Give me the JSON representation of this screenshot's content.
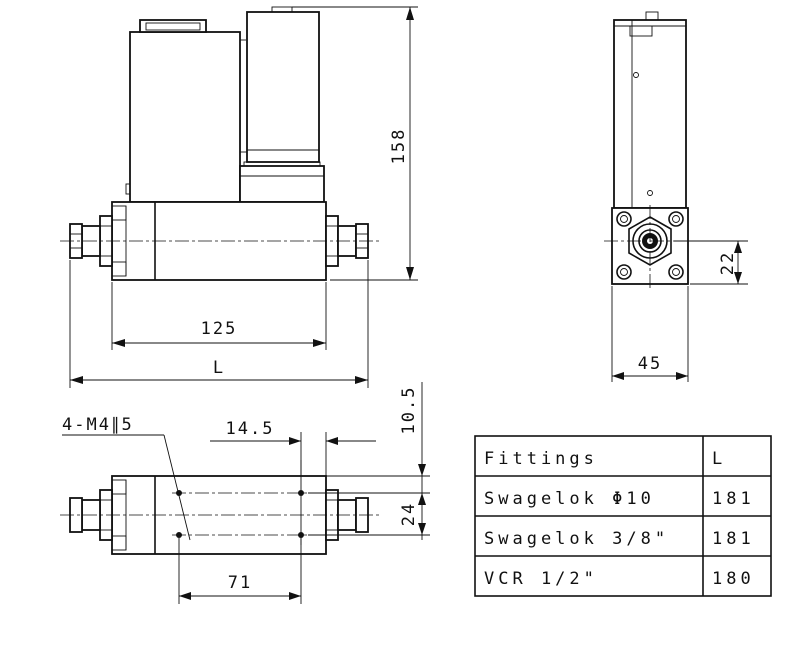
{
  "dimensions": {
    "height_158": "158",
    "length_125": "125",
    "length_L": "L",
    "width_45": "45",
    "offset_22": "22",
    "thread_note": "4-M4∥5",
    "pitch_14_5": "14.5",
    "offset_10_5": "10.5",
    "spacing_24": "24",
    "spacing_71": "71"
  },
  "fittings_table": {
    "header": {
      "fitting": "Fittings",
      "length": "L"
    },
    "rows": [
      {
        "fitting": "Swagelok Φ10",
        "length": "181"
      },
      {
        "fitting": "Swagelok 3/8\"",
        "length": "181"
      },
      {
        "fitting": "VCR 1/2\"",
        "length": "180"
      }
    ]
  }
}
